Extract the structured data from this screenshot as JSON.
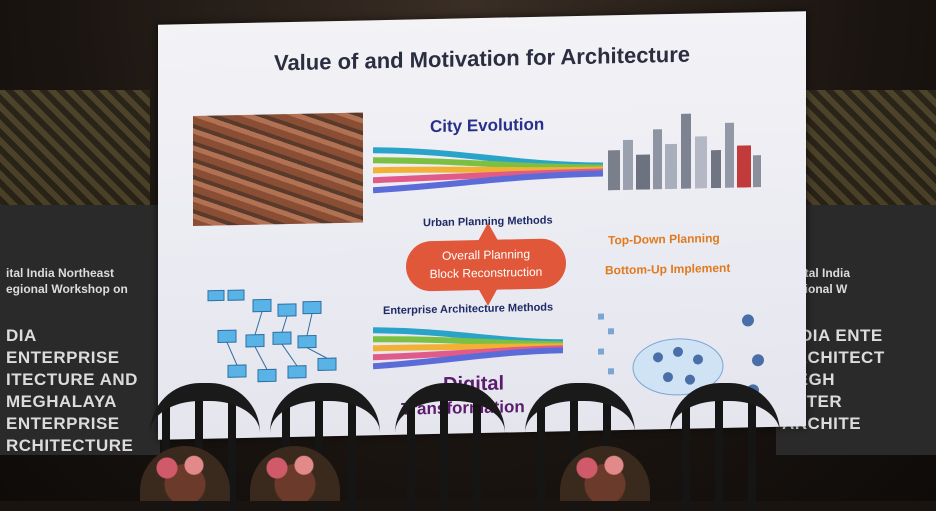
{
  "slide": {
    "title": "Value of and Motivation for Architecture",
    "city_evolution": "City Evolution",
    "urban_planning_methods": "Urban Planning Methods",
    "oval_line1": "Overall Planning",
    "oval_line2": "Block Reconstruction",
    "top_down": "Top-Down Planning",
    "bottom_up": "Bottom-Up Implement",
    "enterprise_architecture_methods": "Enterprise Architecture Methods",
    "digital": "Digital",
    "transformation": "Transformation"
  },
  "banner_left": {
    "small_line1": "ital India Northeast",
    "small_line2": "egional Workshop on",
    "big_line1": "DIA ENTERPRISE",
    "big_line2": "ITECTURE AND",
    "big_line3": "MEGHALAYA",
    "big_line4": "ENTERPRISE",
    "big_line5": "RCHITECTURE"
  },
  "banner_right": {
    "small_line1": "Digital India",
    "small_line2": "Regional W",
    "big_line1": "INDIA ENTE",
    "big_line2": "ARCHITECT",
    "big_line3": "MEGH",
    "big_line4": "ENTER",
    "big_line5": "ARCHITE"
  },
  "colors": {
    "title": "#2b2e40",
    "city_label": "#27318a",
    "oval": "#e0573a",
    "orange_text": "#e07a1f",
    "digital_text": "#5b1c6b"
  }
}
